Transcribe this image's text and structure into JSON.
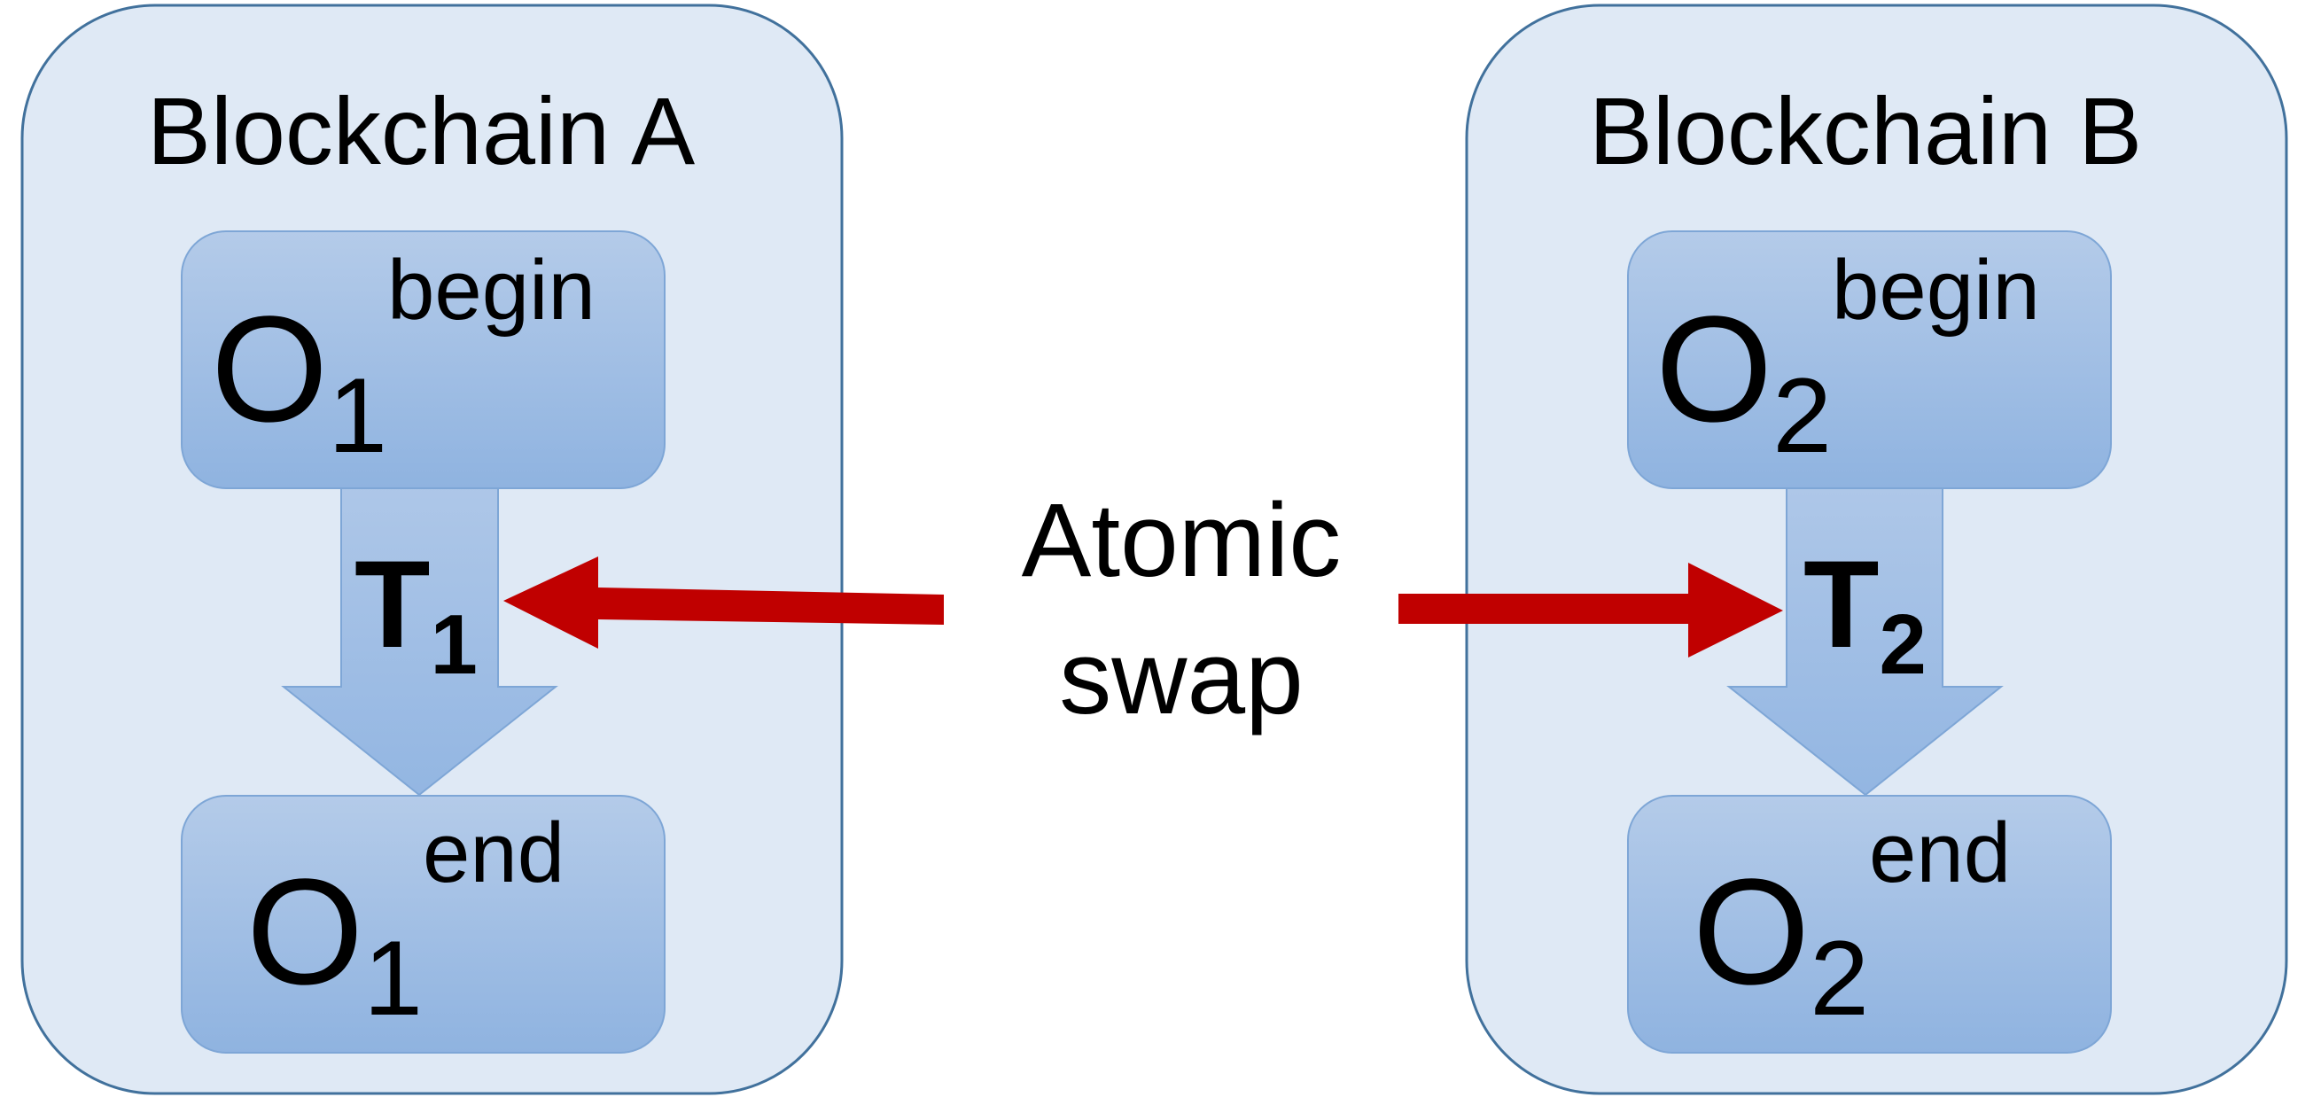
{
  "chains": [
    {
      "title": "Blockchain A",
      "begin": {
        "main": "O",
        "sub": "1",
        "sup": "begin"
      },
      "end": {
        "main": "O",
        "sub": "1",
        "sup": "end"
      },
      "transaction": {
        "main": "T",
        "sub": "1"
      }
    },
    {
      "title": "Blockchain B",
      "begin": {
        "main": "O",
        "sub": "2",
        "sup": "begin"
      },
      "end": {
        "main": "O",
        "sub": "2",
        "sup": "end"
      },
      "transaction": {
        "main": "T",
        "sub": "2"
      }
    }
  ],
  "swap": {
    "line1": "Atomic",
    "line2": "swap"
  },
  "colors": {
    "panel_fill": "#dfe9f5",
    "panel_stroke": "#41719c",
    "node_top": "#b4cbe9",
    "node_bottom": "#8fb3e0",
    "node_stroke": "#7ea6d6",
    "swap_arrow": "#c00000"
  }
}
